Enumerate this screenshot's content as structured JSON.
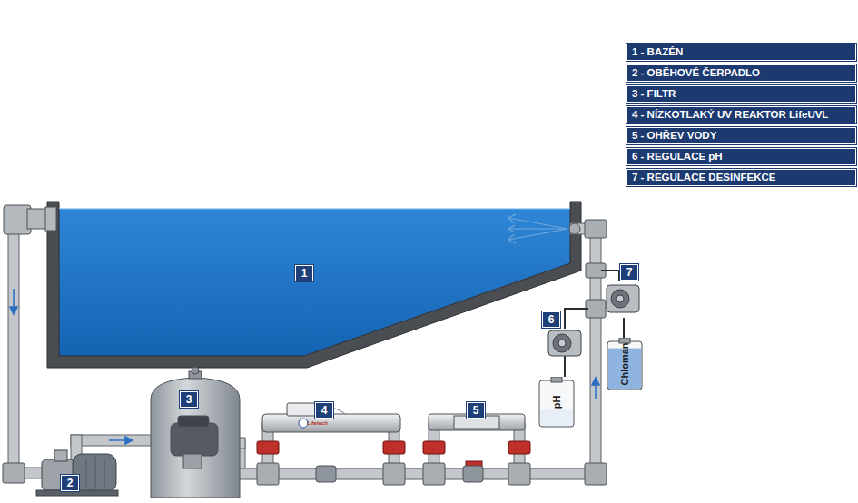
{
  "diagram": {
    "nodes": [
      {
        "text": [
          "pH"
        ]
      },
      {
        "text": [
          "Chloman"
        ]
      }
    ],
    "labels": [
      "1",
      "2",
      "3",
      "4",
      "5",
      "6",
      "7",
      "Lifetech"
    ],
    "legend": [
      {
        "text": "1 - BAZÉN",
        "color": "#1c3a70"
      },
      {
        "text": "2 - OBĚHOVÉ ČERPADLO",
        "color": "#1c3a70"
      },
      {
        "text": "3 - FILTR",
        "color": "#1c3a70"
      },
      {
        "text": "4 - NÍZKOTLAKÝ UV REAKTOR LifeUVL",
        "color": "#1c3a70"
      },
      {
        "text": "5 - OHŘEV VODY",
        "color": "#1c3a70"
      },
      {
        "text": "6 - REGULACE pH",
        "color": "#1c3a70"
      },
      {
        "text": "7 - REGULACE DESINFEKCE",
        "color": "#1c3a70"
      }
    ]
  }
}
